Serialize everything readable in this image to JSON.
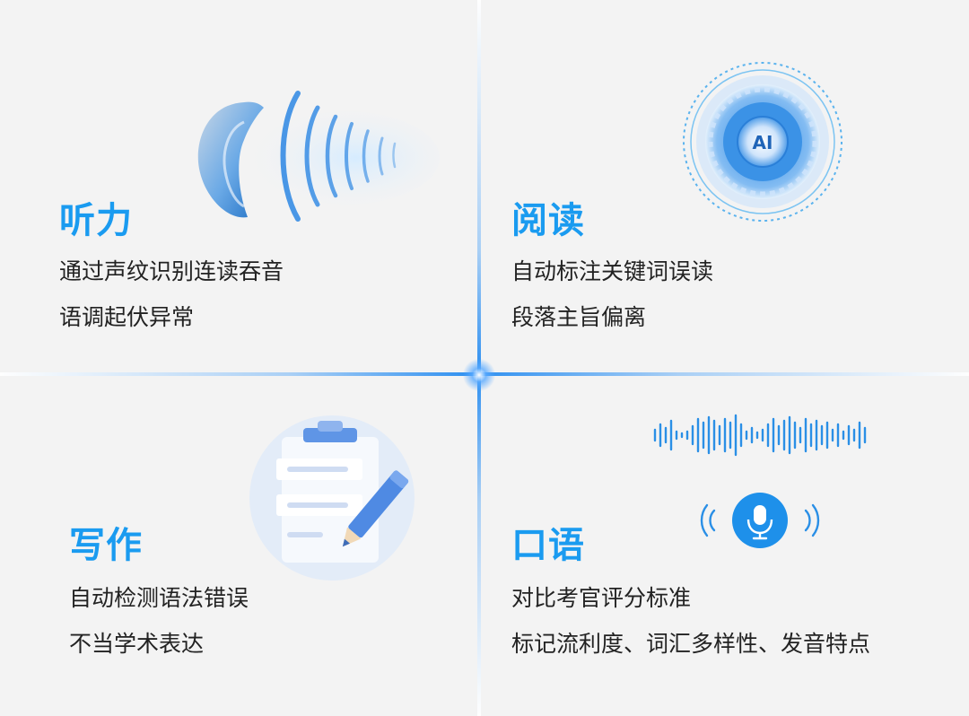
{
  "sections": {
    "listening": {
      "title": "听力",
      "lines": [
        "通过声纹识别连读吞音",
        "语调起伏异常"
      ],
      "icon": "ear-soundwave-icon"
    },
    "reading": {
      "title": "阅读",
      "lines": [
        "自动标注关键词误读",
        "段落主旨偏离"
      ],
      "icon": "ai-chip-circle-icon",
      "badge": "AI"
    },
    "writing": {
      "title": "写作",
      "lines": [
        "自动检测语法错误",
        "不当学术表达"
      ],
      "icon": "clipboard-pencil-icon"
    },
    "speaking": {
      "title": "口语",
      "lines": [
        "对比考官评分标准",
        "标记流利度、词汇多样性、发音特点"
      ],
      "icon": "microphone-waveform-icon"
    }
  },
  "colors": {
    "accent": "#1a9bf0",
    "text": "#222222",
    "background": "#f3f3f3"
  }
}
